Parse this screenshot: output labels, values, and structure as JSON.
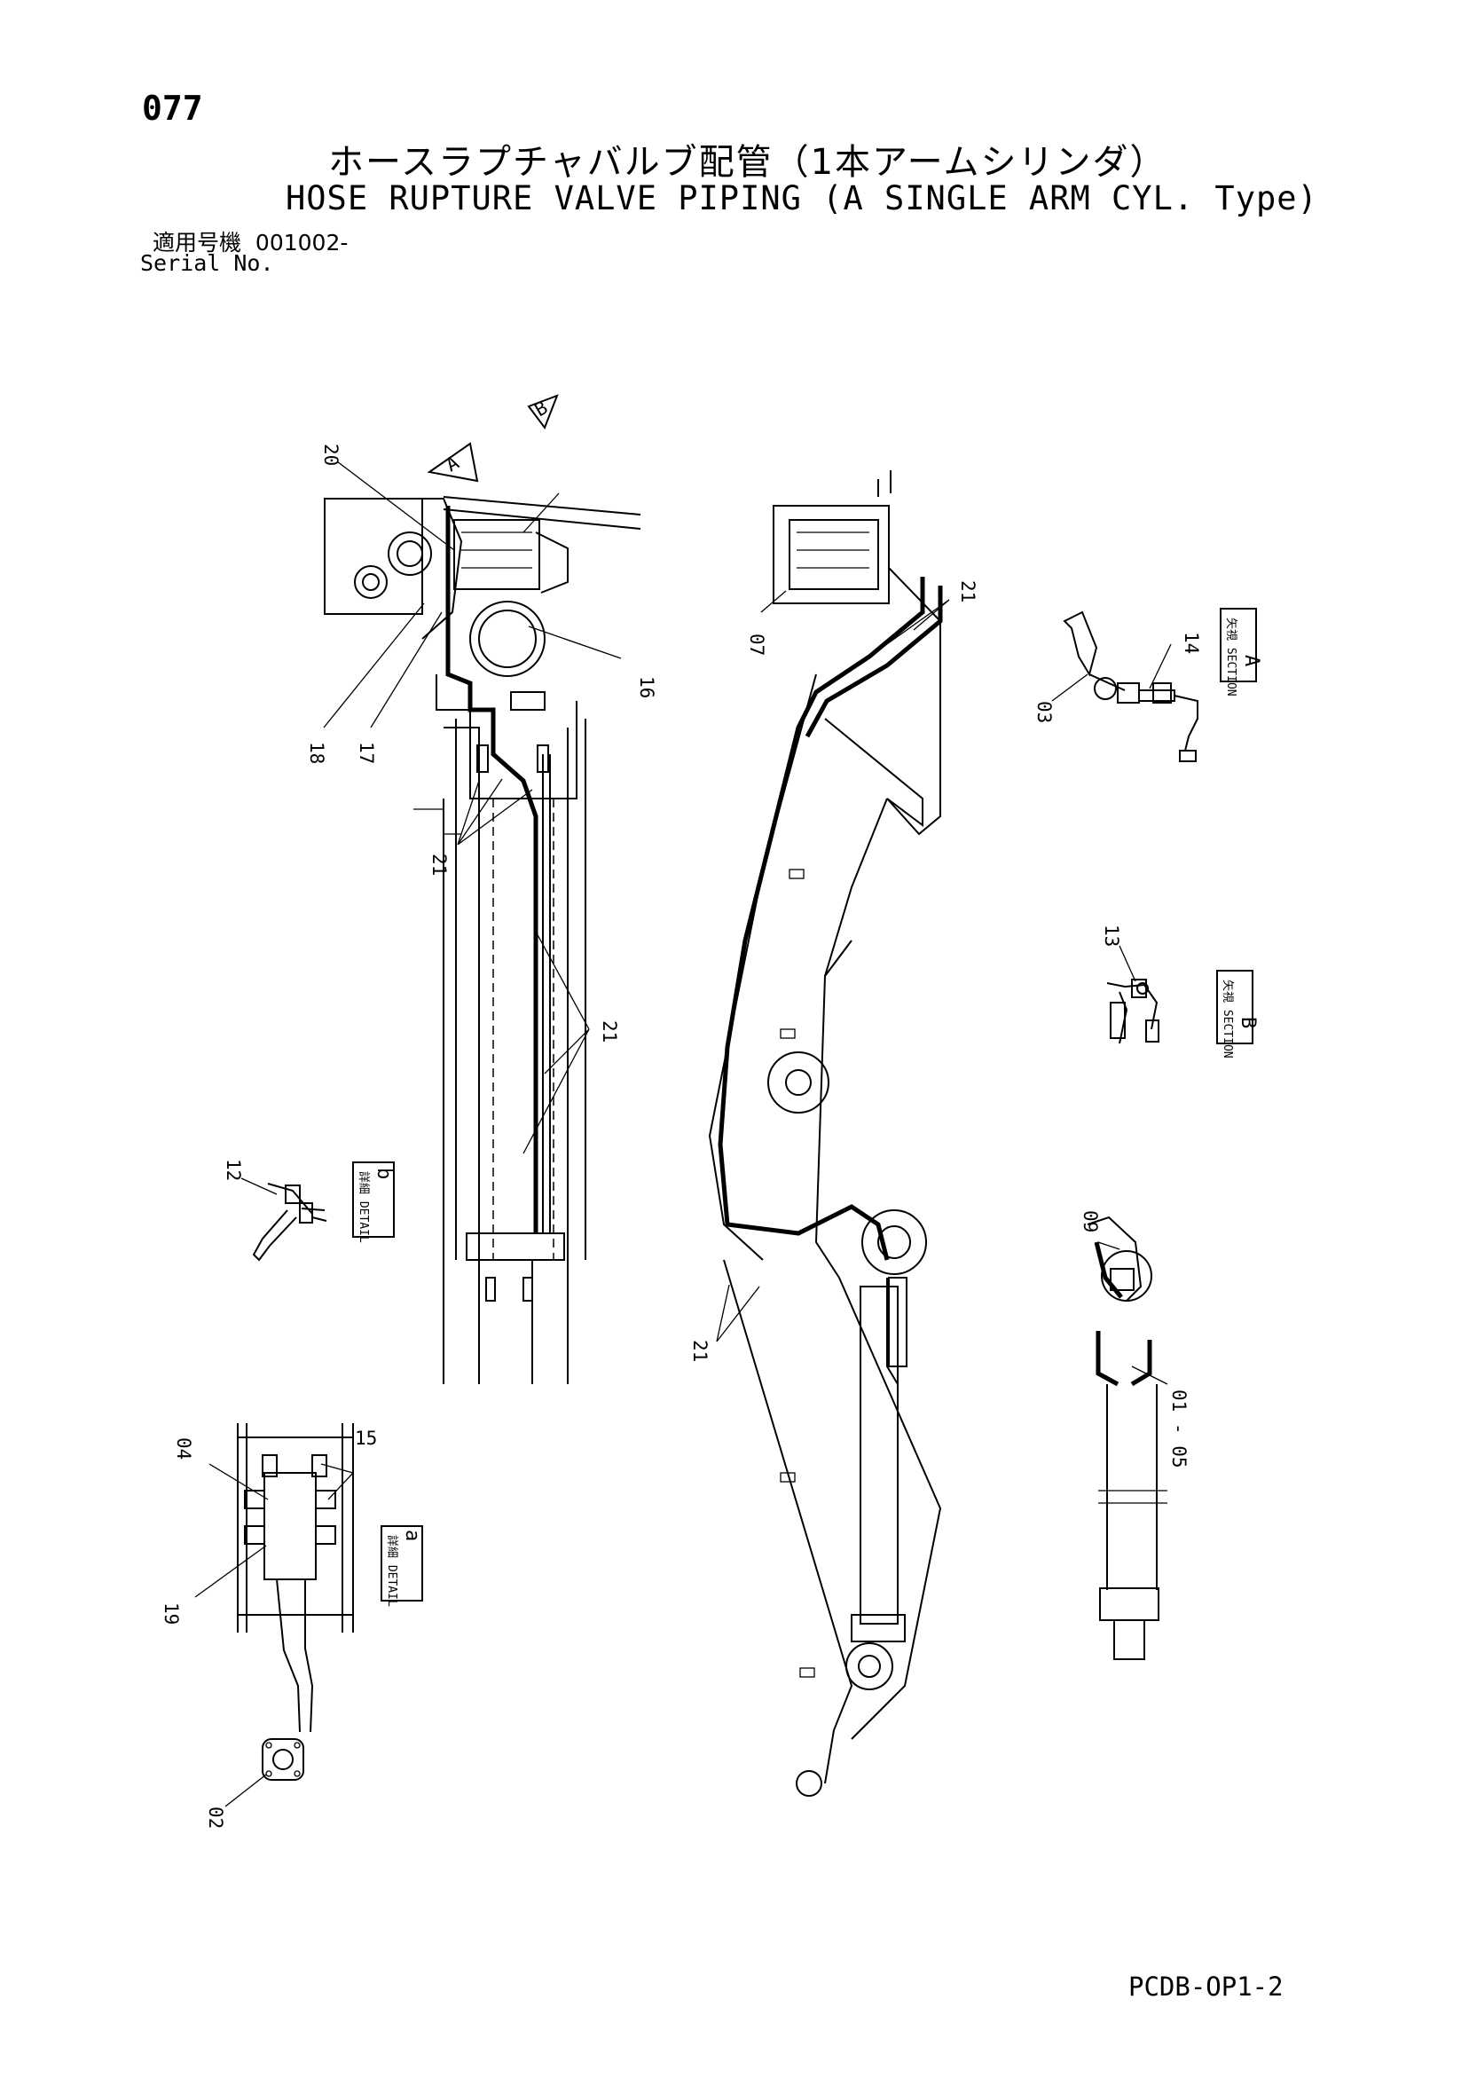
{
  "header": {
    "page_number": "077",
    "title_jp": "ホースラプチャバルブ配管（1本アームシリンダ）",
    "title_en": "HOSE RUPTURE VALVE PIPING (A SINGLE ARM CYL. Type)",
    "serial_label_jp": "適用号機",
    "serial_value": "001002-",
    "serial_label_en": "Serial No."
  },
  "footer": {
    "doc_code": "PCDB-OP1-2"
  },
  "view_arrows": {
    "a": "A",
    "b": "B"
  },
  "part_callouts": {
    "p20": "20",
    "p07": "07",
    "p16": "16",
    "p18": "18",
    "p17": "17",
    "p21_boom_a": "21",
    "p21_boom_b": "21",
    "p21_arm_top": "21",
    "p21_arm_bottom": "21",
    "p14": "14",
    "p03": "03",
    "p13": "13",
    "p12": "12",
    "p09": "09",
    "p01_05": "01 - 05",
    "p04": "04",
    "p15": "15",
    "p19": "19",
    "p02": "02"
  },
  "section_tags": {
    "section_a": {
      "small": "矢視 SECTION",
      "letter": "A"
    },
    "section_b": {
      "small": "矢視 SECTION",
      "letter": "B"
    },
    "detail_b": {
      "small": "詳細 DETAIL",
      "letter": "b"
    },
    "detail_a": {
      "small": "詳細 DETAIL",
      "letter": "a"
    }
  }
}
